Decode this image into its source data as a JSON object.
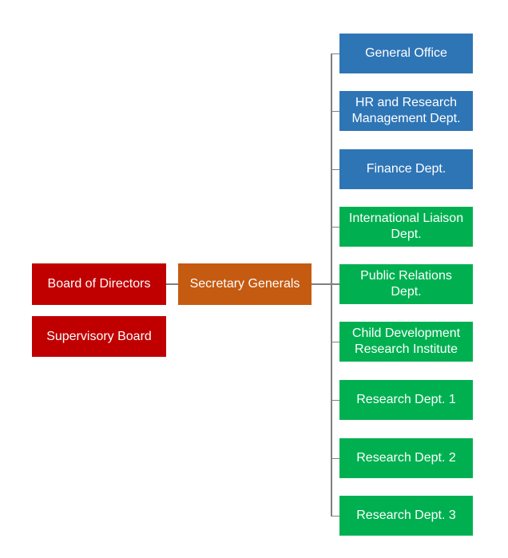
{
  "colors": {
    "red": "#C00000",
    "orange": "#C55A11",
    "blue": "#2E75B6",
    "green": "#00B050",
    "connector": "#808080",
    "text": "#FFFFFF",
    "background": "#FFFFFF"
  },
  "diagram": {
    "type": "org-chart",
    "nodes": {
      "left": [
        {
          "id": "board-of-directors",
          "label": "Board of Directors",
          "color": "red"
        },
        {
          "id": "supervisory-board",
          "label": "Supervisory Board",
          "color": "red"
        }
      ],
      "center": {
        "id": "secretary-generals",
        "label": "Secretary Generals",
        "color": "orange"
      },
      "right": [
        {
          "id": "general-office",
          "label": "General Office",
          "color": "blue"
        },
        {
          "id": "hr-research-management-dept",
          "label": "HR and Research Management Dept.",
          "color": "blue"
        },
        {
          "id": "finance-dept",
          "label": "Finance Dept.",
          "color": "blue"
        },
        {
          "id": "international-liaison-dept",
          "label": "International Liaison Dept.",
          "color": "green"
        },
        {
          "id": "public-relations-dept",
          "label": "Public Relations Dept.",
          "color": "green"
        },
        {
          "id": "child-development-research-institute",
          "label": "Child Development Research Institute",
          "color": "green"
        },
        {
          "id": "research-dept-1",
          "label": "Research Dept. 1",
          "color": "green"
        },
        {
          "id": "research-dept-2",
          "label": "Research Dept. 2",
          "color": "green"
        },
        {
          "id": "research-dept-3",
          "label": "Research Dept. 3",
          "color": "green"
        }
      ]
    },
    "edges": [
      {
        "from": "board-of-directors",
        "to": "secretary-generals"
      },
      {
        "from": "secretary-generals",
        "to": "general-office"
      },
      {
        "from": "secretary-generals",
        "to": "hr-research-management-dept"
      },
      {
        "from": "secretary-generals",
        "to": "finance-dept"
      },
      {
        "from": "secretary-generals",
        "to": "international-liaison-dept"
      },
      {
        "from": "secretary-generals",
        "to": "public-relations-dept"
      },
      {
        "from": "secretary-generals",
        "to": "child-development-research-institute"
      },
      {
        "from": "secretary-generals",
        "to": "research-dept-1"
      },
      {
        "from": "secretary-generals",
        "to": "research-dept-2"
      },
      {
        "from": "secretary-generals",
        "to": "research-dept-3"
      }
    ]
  }
}
